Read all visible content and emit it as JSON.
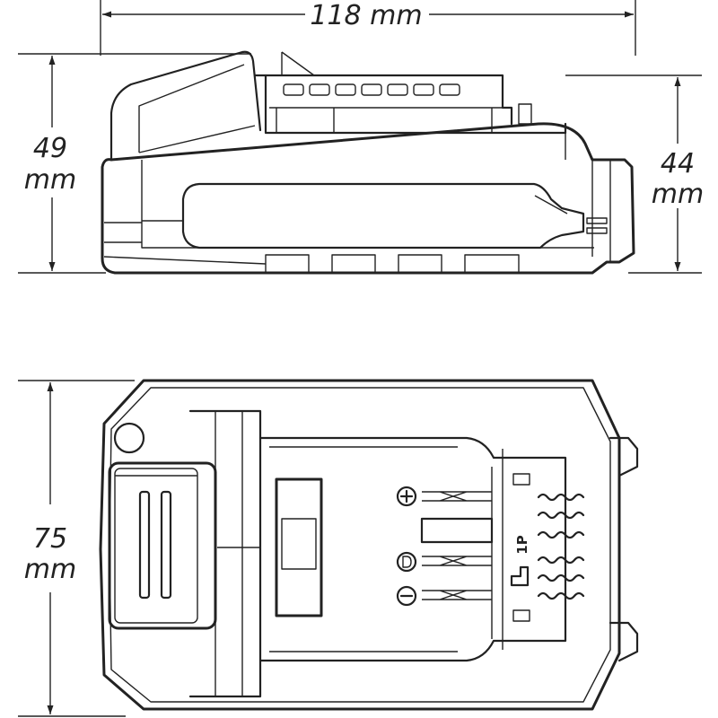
{
  "dimensions": {
    "length": "118 mm",
    "height_total_value": "49",
    "height_total_unit": "mm",
    "height_body_value": "44",
    "height_body_unit": "mm",
    "width_value": "75",
    "width_unit": "mm"
  },
  "markings": {
    "pack_code": "1P"
  },
  "colors": {
    "line": "#222222",
    "background": "#ffffff"
  }
}
